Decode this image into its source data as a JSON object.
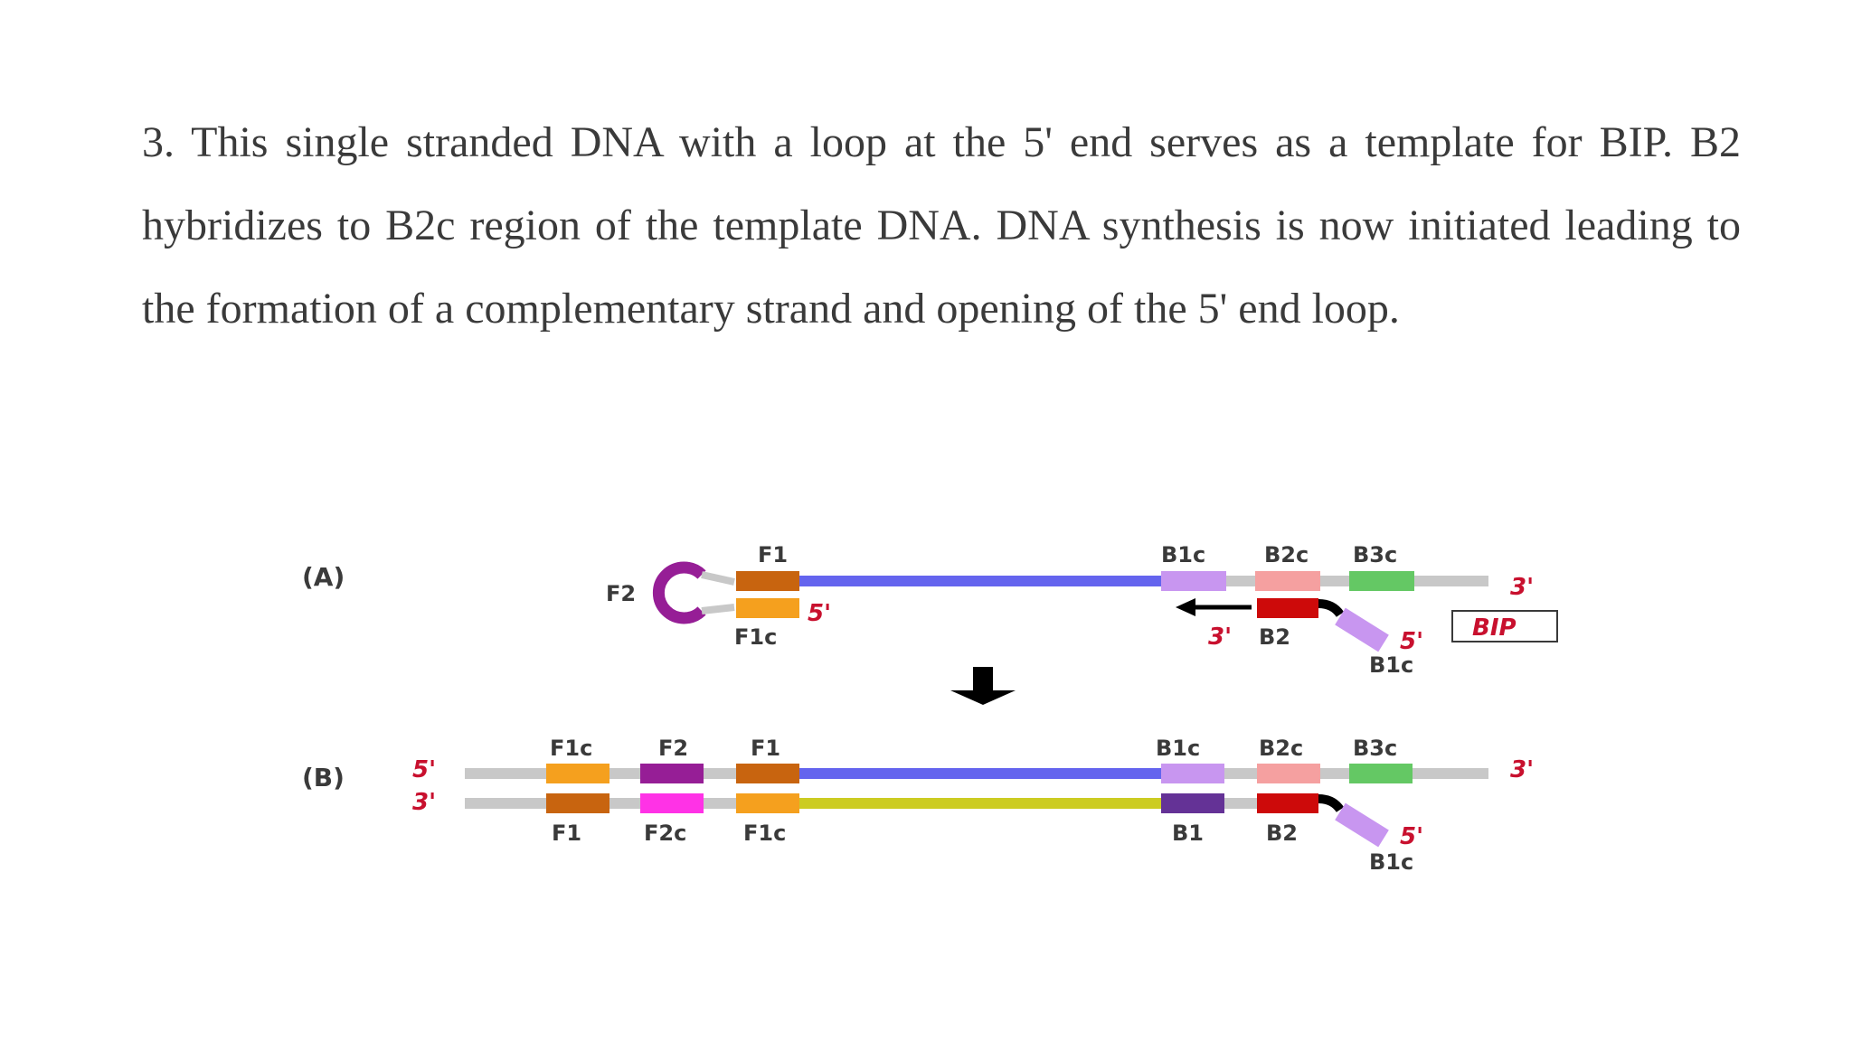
{
  "paragraph": "3. This single stranded DNA with a loop at the 5' end serves as a template for BIP. B2 hybridizes to B2c region of the template DNA. DNA synthesis is now initiated leading to the formation of a complementary strand and opening of the 5' end loop.",
  "panel_a": {
    "label": "(A)",
    "f2": "F2",
    "f1": "F1",
    "f1c": "F1c",
    "five_prime_loop": "5'",
    "b1c_top": "B1c",
    "b2c_top": "B2c",
    "b3c_top": "B3c",
    "three_prime_right": "3'",
    "three_prime_b2": "3'",
    "b2": "B2",
    "five_prime_bip": "5'",
    "b1c_tail": "B1c",
    "bip": "BIP"
  },
  "panel_b": {
    "label": "(B)",
    "five_prime": "5'",
    "three_prime": "3'",
    "f1c_top": "F1c",
    "f2_top": "F2",
    "f1_top": "F1",
    "b1c_top": "B1c",
    "b2c_top": "B2c",
    "b3c_top": "B3c",
    "three_prime_right": "3'",
    "f1_bottom": "F1",
    "f2c_bottom": "F2c",
    "f1c_bottom": "F1c",
    "b1_bottom": "B1",
    "b2_bottom": "B2",
    "five_prime_tail": "5'",
    "b1c_tail": "B1c"
  },
  "colors": {
    "backbone": "#c8c8c8",
    "blue_strand": "#6464ee",
    "yellow_strand": "#cccc22",
    "f1_brown": "#c8640f",
    "f1c_orange": "#f5a01e",
    "f2_purple": "#961e96",
    "f2c_magenta": "#ff32e6",
    "b1c_lavender": "#c896f0",
    "b1_purple": "#643296",
    "b2c_pink": "#f5a0a0",
    "b2_red": "#cd0a0a",
    "b3c_green": "#64c864",
    "end_red": "#c8102e"
  }
}
